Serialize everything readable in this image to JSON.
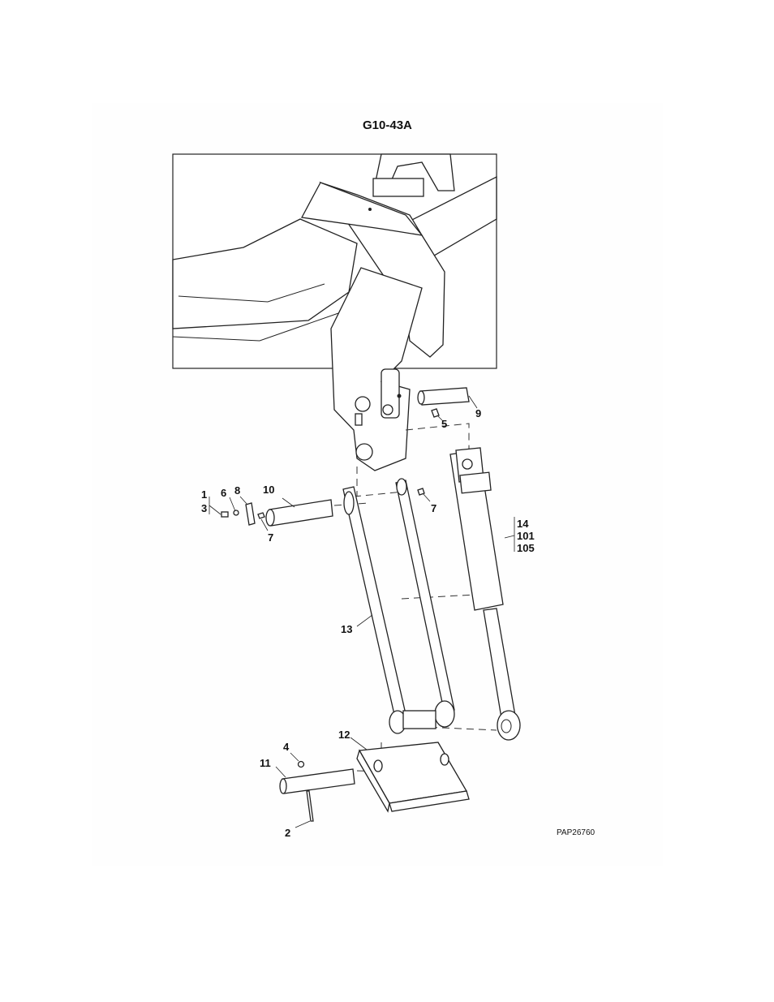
{
  "figure": {
    "title": "G10-43A",
    "drawing_code": "PAP26760"
  },
  "callouts": {
    "c1": "1",
    "c3": "3",
    "c6": "6",
    "c8": "8",
    "c10": "10",
    "c7a": "7",
    "c7b": "7",
    "c5": "5",
    "c9": "9",
    "c14": "14",
    "c101": "101",
    "c105": "105",
    "c13": "13",
    "c4": "4",
    "c11": "11",
    "c12": "12",
    "c2": "2"
  }
}
